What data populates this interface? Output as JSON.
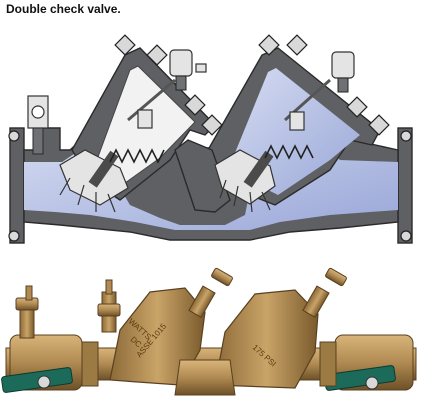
{
  "title": "Double check valve.",
  "cutaway": {
    "check_1": "first check assembly",
    "check_2": "second check assembly"
  },
  "photo": {
    "body_marks": [
      "WATTS",
      "DC",
      "ASSE 1015"
    ],
    "body_marks_2": [
      "175 PSI"
    ]
  },
  "colors": {
    "casing": "#5f6063",
    "water": "#b9c3e6",
    "steel": "#e4e4e4",
    "brass": "#b08a52",
    "handle": "#1c6b5a"
  }
}
